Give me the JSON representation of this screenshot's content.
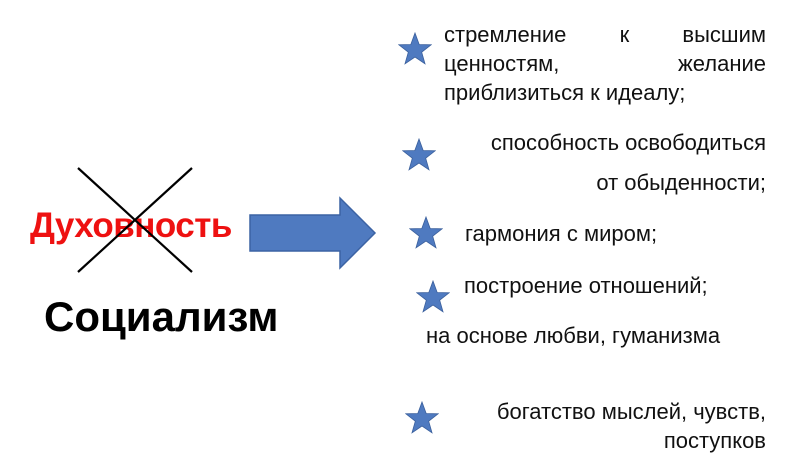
{
  "left": {
    "crossed_word": "Духовность",
    "crossed_word_color": "#ee1111",
    "replacement_word": "Социализм"
  },
  "colors": {
    "star": "#4f7ac0",
    "star_stroke": "#3a5f9c",
    "arrow_fill": "#4f7ac0",
    "arrow_stroke": "#3c63a4",
    "cross_line": "#000000"
  },
  "items": {
    "aspiration": {
      "line1_word1": "стремление",
      "line1_word2": "к",
      "line1_word3": "высшим",
      "line2_word1": "ценностям,",
      "line2_word2": "желание",
      "line3": "приблизиться к идеалу;"
    },
    "ability": {
      "line1": "способность освободиться",
      "line2": "от обыденности;"
    },
    "harmony": "гармония с миром;",
    "relations": "построение отношений;",
    "basis": "на основе любви, гуманизма",
    "richness": {
      "line1": "богатство мыслей, чувств,",
      "line2": "поступков"
    }
  }
}
